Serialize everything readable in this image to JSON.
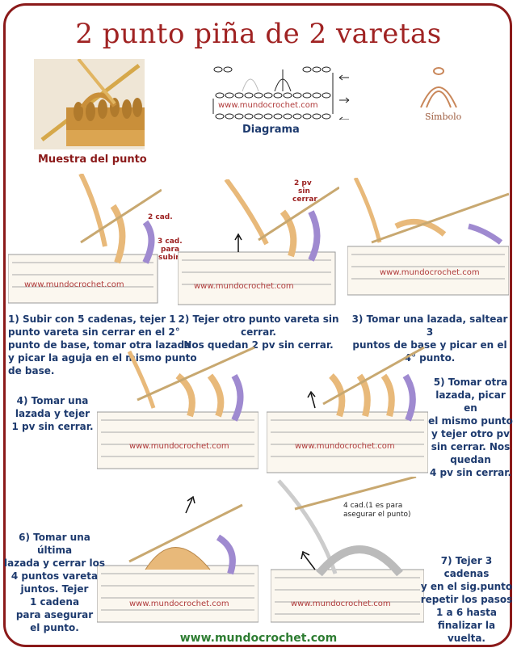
{
  "title": "2 punto piña de 2 varetas",
  "sample_caption": "Muestra del punto",
  "diagram_caption": "Diagrama",
  "symbol_caption": "Símbolo",
  "watermark": "www.mundocrochet.com",
  "notes": {
    "n1a": "2 cad.",
    "n1b": "3 cad.",
    "n1c": "para",
    "n1d": "subir",
    "n2a": "2 pv",
    "n2b": "sin",
    "n2c": "cerrar",
    "n7a": "4 cad.(1 es para",
    "n7b": "asegurar el punto)"
  },
  "steps": {
    "s1": [
      "1) Subir con 5 cadenas, tejer 1",
      "punto vareta sin cerrar en el 2°",
      "punto de base, tomar otra lazada",
      "y picar la aguja en el mismo punto de base."
    ],
    "s2": [
      "2) Tejer otro punto vareta sin cerrar.",
      "Nos quedan 2 pv sin cerrar."
    ],
    "s3": [
      "3) Tomar una lazada, saltear 3",
      "puntos de base y picar en el",
      "4° punto."
    ],
    "s4": [
      "4) Tomar una",
      "lazada y tejer",
      "1 pv sin cerrar."
    ],
    "s5": [
      "5) Tomar otra",
      "lazada, picar en",
      "el mismo punto",
      "y tejer otro pv",
      "sin cerrar. Nos",
      "quedan",
      "4 pv sin cerrar."
    ],
    "s6": [
      "6) Tomar una última",
      "lazada y cerrar los",
      "4 puntos vareta",
      "juntos. Tejer",
      "1 cadena",
      "para asegurar",
      "el punto."
    ],
    "s7": [
      "7) Tejer 3 cadenas",
      "y en el sig.punto",
      "repetir los pasos",
      "1 a 6 hasta",
      "finalizar la vuelta."
    ]
  },
  "footer": "www.mundocrochet.com",
  "colors": {
    "accent": "#a02323",
    "step_text": "#1d3a6e",
    "footer": "#2e7d32",
    "yarn": "#e8b97a",
    "yarn_purple": "#9f8ad0"
  }
}
